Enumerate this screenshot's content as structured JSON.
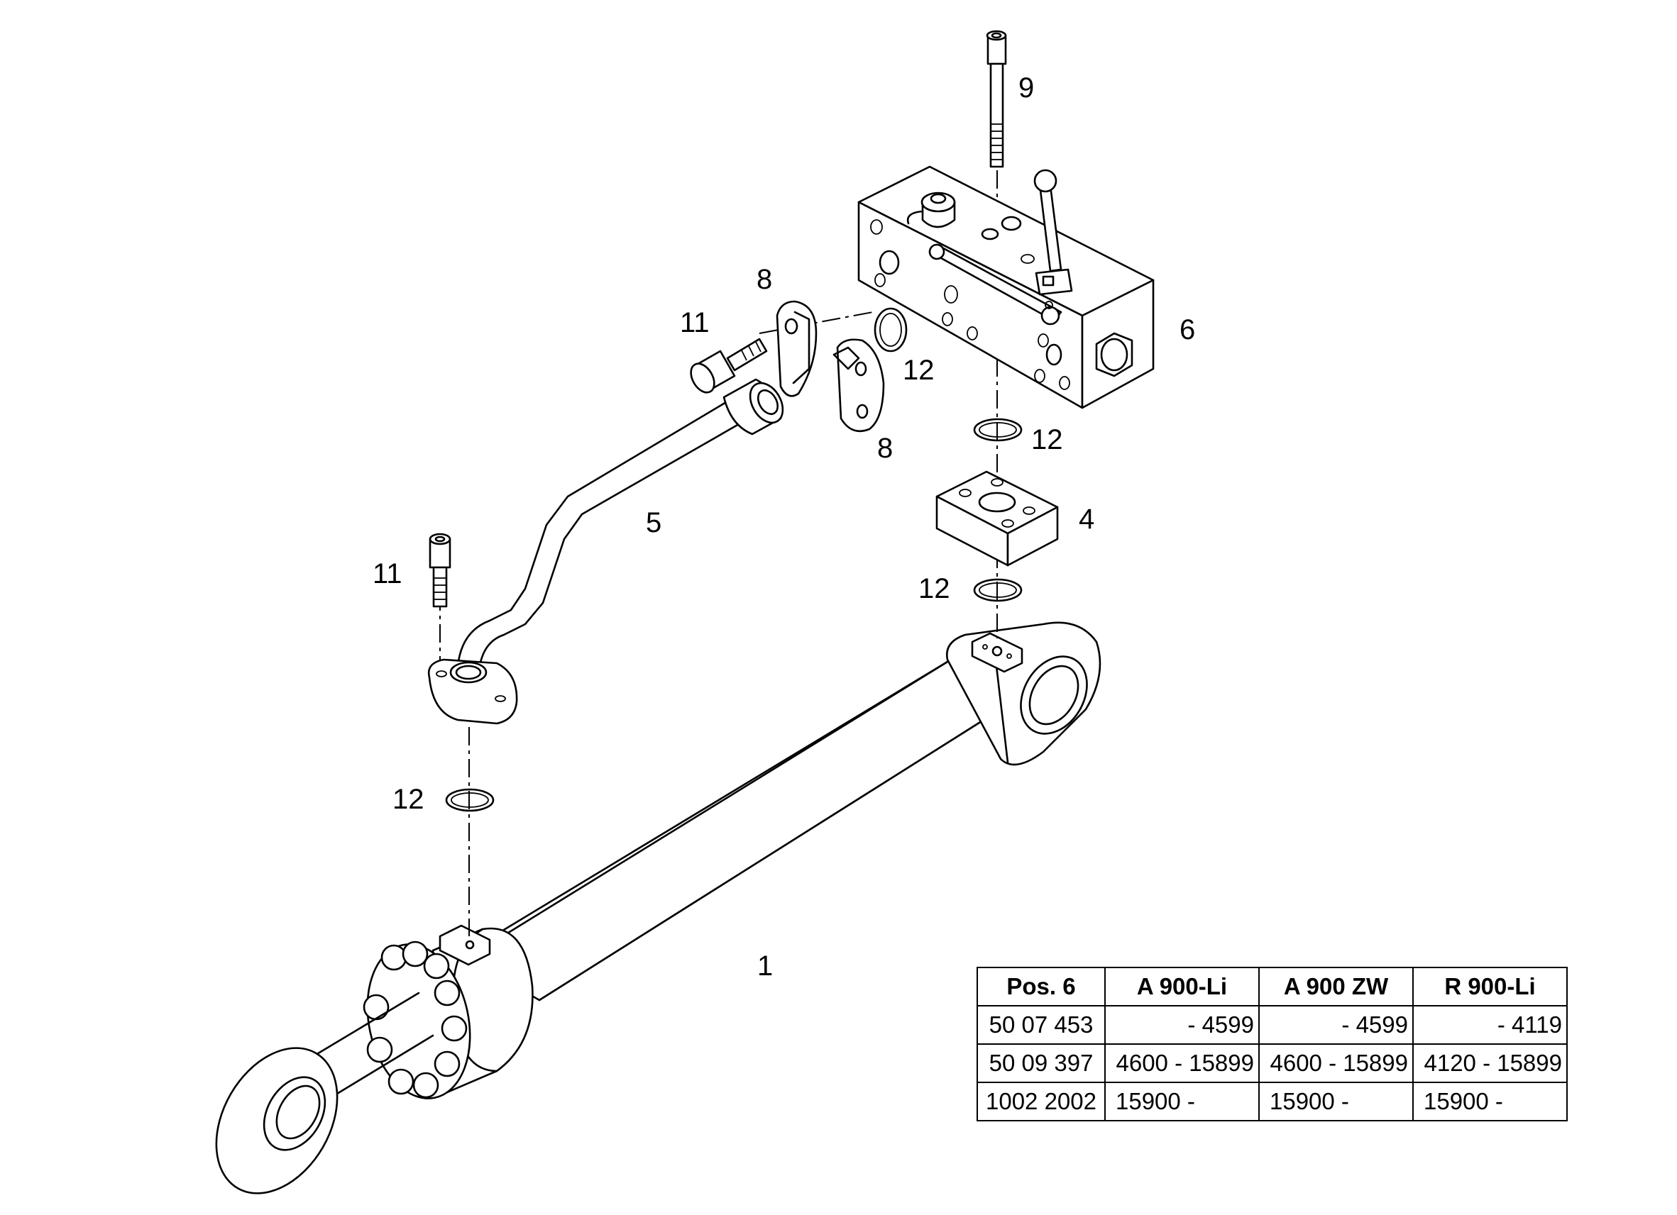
{
  "callouts": {
    "c1": "1",
    "c4": "4",
    "c5": "5",
    "c6": "6",
    "c8a": "8",
    "c8b": "8",
    "c9": "9",
    "c11a": "11",
    "c11b": "11",
    "c12a": "12",
    "c12b": "12",
    "c12c": "12",
    "c12d": "12"
  },
  "table": {
    "headers": [
      "Pos. 6",
      "A 900-Li",
      "A 900 ZW",
      "R 900-Li"
    ],
    "rows": [
      [
        "50 07 453",
        "- 4599",
        "- 4599",
        "- 4119"
      ],
      [
        "50 09 397",
        "4600 - 15899",
        "4600 - 15899",
        "4120 - 15899"
      ],
      [
        "1002 2002",
        "15900 -",
        "15900 -",
        "15900 -"
      ]
    ]
  }
}
